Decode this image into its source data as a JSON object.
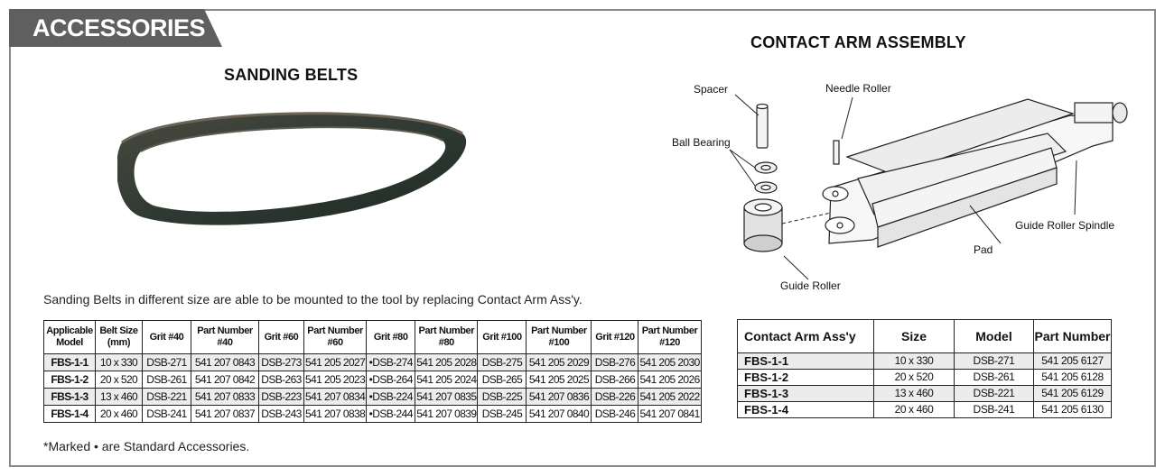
{
  "section_tab": "ACCESSORIES",
  "sanding": {
    "heading": "SANDING BELTS",
    "description": "Sanding Belts in different size are able to be mounted to the tool by replacing Contact Arm Ass'y.",
    "note": "*Marked • are Standard Accessories.",
    "headers": [
      "Applicable Model",
      "Belt Size (mm)",
      "Grit #40",
      "Part Number #40",
      "Grit #60",
      "Part Number #60",
      "Grit #80",
      "Part Number #80",
      "Grit #100",
      "Part Number #100",
      "Grit #120",
      "Part Number #120"
    ],
    "rows": [
      [
        "FBS-1-1",
        "10 x 330",
        "DSB-271",
        "541 207 0843",
        "DSB-273",
        "541 205 2027",
        "•DSB-274",
        "541 205 2028",
        "DSB-275",
        "541 205 2029",
        "DSB-276",
        "541 205 2030"
      ],
      [
        "FBS-1-2",
        "20 x 520",
        "DSB-261",
        "541 207 0842",
        "DSB-263",
        "541 205 2023",
        "•DSB-264",
        "541 205 2024",
        "DSB-265",
        "541 205 2025",
        "DSB-266",
        "541 205 2026"
      ],
      [
        "FBS-1-3",
        "13 x 460",
        "DSB-221",
        "541 207 0833",
        "DSB-223",
        "541 207 0834",
        "•DSB-224",
        "541 207 0835",
        "DSB-225",
        "541 207 0836",
        "DSB-226",
        "541 205 2022"
      ],
      [
        "FBS-1-4",
        "20 x 460",
        "DSB-241",
        "541 207 0837",
        "DSB-243",
        "541 207 0838",
        "•DSB-244",
        "541 207 0839",
        "DSB-245",
        "541 207 0840",
        "DSB-246",
        "541 207 0841"
      ]
    ]
  },
  "contact_arm": {
    "heading": "CONTACT ARM ASSEMBLY",
    "labels": {
      "spacer": "Spacer",
      "needle_roller": "Needle Roller",
      "ball_bearing": "Ball Bearing",
      "guide_roller_spindle": "Guide Roller Spindle",
      "pad": "Pad",
      "guide_roller": "Guide Roller"
    },
    "headers": [
      "Contact Arm Ass'y",
      "Size",
      "Model",
      "Part Number"
    ],
    "rows": [
      [
        "FBS-1-1",
        "10 x 330",
        "DSB-271",
        "541 205 6127"
      ],
      [
        "FBS-1-2",
        "20 x 520",
        "DSB-261",
        "541 205 6128"
      ],
      [
        "FBS-1-3",
        "13 x 460",
        "DSB-221",
        "541 205 6129"
      ],
      [
        "FBS-1-4",
        "20 x 460",
        "DSB-241",
        "541 205 6130"
      ]
    ]
  },
  "colors": {
    "tab": "#5f5f5f",
    "frame": "#8a8a8a",
    "row_shade": "#ececec",
    "belt": "#2f3a33"
  }
}
